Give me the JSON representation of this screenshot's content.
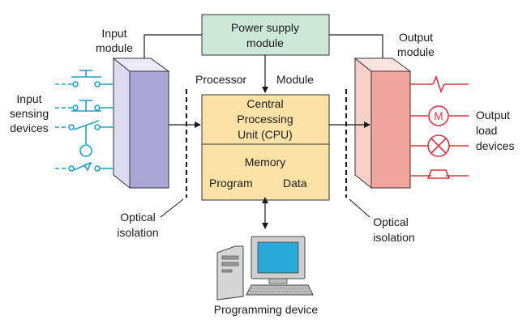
{
  "power_supply": {
    "line1": "Power supply",
    "line2": "module"
  },
  "input_module": {
    "line1": "Input",
    "line2": "module"
  },
  "output_module": {
    "line1": "Output",
    "line2": "module"
  },
  "processor_label": "Processor",
  "module_label": "Module",
  "input_devices": {
    "line1": "Input",
    "line2": "sensing",
    "line3": "devices"
  },
  "output_devices": {
    "line1": "Output",
    "line2": "load",
    "line3": "devices"
  },
  "cpu": {
    "line1": "Central",
    "line2": "Processing",
    "line3": "Unit (CPU)"
  },
  "memory": {
    "title": "Memory",
    "program": "Program",
    "data": "Data"
  },
  "optical_left": {
    "line1": "Optical",
    "line2": "isolation"
  },
  "optical_right": {
    "line1": "Optical",
    "line2": "isolation"
  },
  "motor_symbol": "M",
  "programming_device": "Programming device",
  "colors": {
    "power_fill": "#cde8d8",
    "cpu_fill": "#fde2a6",
    "input_front": "#aaa6d6",
    "input_side": "#dcdaf0",
    "output_front": "#f2a59d",
    "output_side": "#f8d0ca",
    "input_wiring": "#1fa2cf",
    "output_wiring": "#e0323f"
  }
}
